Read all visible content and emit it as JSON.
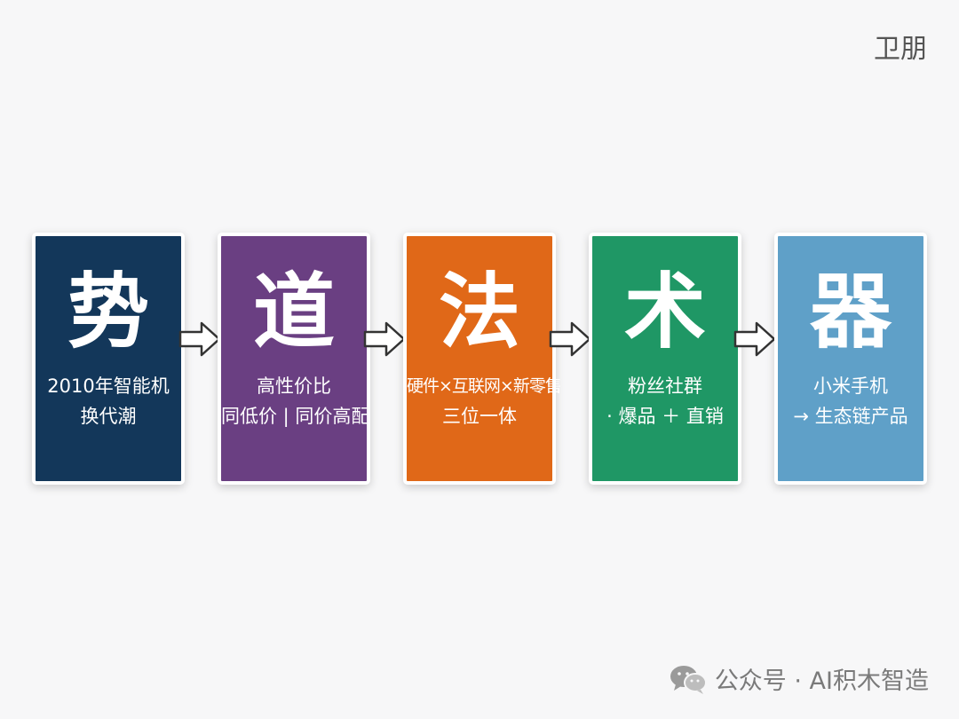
{
  "author": "卫朋",
  "steps": [
    {
      "glyph": "势",
      "line1": "2010年智能机",
      "line2": "换代潮",
      "color": "#13375a"
    },
    {
      "glyph": "道",
      "line1": "高性价比",
      "line2": "同低价 | 同价高配",
      "color": "#6a3f82"
    },
    {
      "glyph": "法",
      "line1": "硬件×互联网×新零售",
      "line2": "三位一体",
      "color": "#e06818"
    },
    {
      "glyph": "术",
      "line1": "粉丝社群",
      "line2": "· 爆品 ＋ 直销",
      "color": "#1f9765"
    },
    {
      "glyph": "器",
      "line1": "小米手机",
      "line2": "→ 生态链产品",
      "color": "#5fa0c8"
    }
  ],
  "watermark": "公众号 · AI积木智造",
  "icons": {
    "arrow": "right-arrow-icon",
    "wechat": "wechat-icon"
  }
}
